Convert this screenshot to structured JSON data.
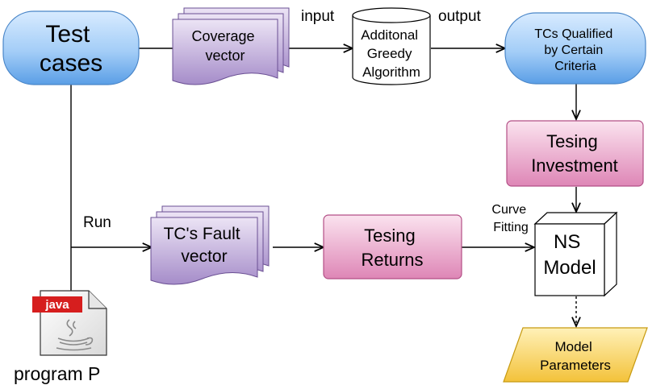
{
  "nodes": {
    "test_cases": [
      "Test",
      "cases"
    ],
    "coverage_vector": [
      "Coverage",
      "vector"
    ],
    "algorithm": [
      "Additonal",
      "Greedy",
      "Algorithm"
    ],
    "tcs_qualified": [
      "TCs Qualified",
      "by Certain",
      "Criteria"
    ],
    "testing_investment": [
      "Tesing",
      "Investment"
    ],
    "fault_vector": [
      "TC's Fault",
      "vector"
    ],
    "testing_returns": [
      "Tesing",
      "Returns"
    ],
    "ns_model": [
      "NS",
      "Model"
    ],
    "model_parameters": [
      "Model",
      "Parameters"
    ],
    "program": "program P",
    "java_badge": "java"
  },
  "edge_labels": {
    "input": "input",
    "output": "output",
    "run": "Run",
    "curve_fitting": [
      "Curve",
      "Fitting"
    ]
  },
  "colors": {
    "blue_rounded": "#7fb5ea",
    "purple_doc": "#b9a3d3",
    "pink_box": "#e79cc4",
    "yellow_para": "#f7cf53"
  }
}
